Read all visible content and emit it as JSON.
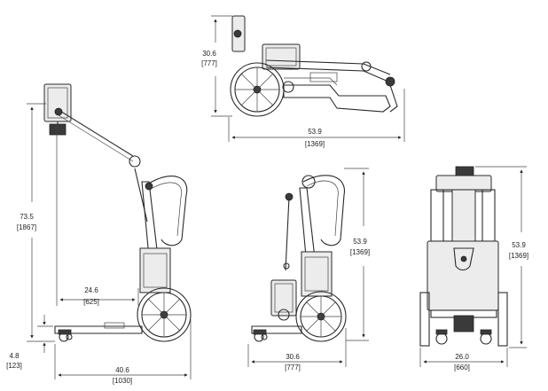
{
  "dimensions": {
    "top_view": {
      "height_in": "30.6",
      "height_mm": "[777]",
      "length_in": "53.9",
      "length_mm": "[1369]"
    },
    "side_extended": {
      "height_in": "73.5",
      "height_mm": "[1867]",
      "reach_in": "24.6",
      "reach_mm": "[625]",
      "base_height_in": "4.8",
      "base_height_mm": "[123]",
      "length_in": "40.6",
      "length_mm": "[1030]"
    },
    "side_folded": {
      "height_in": "53.9",
      "height_mm": "[1369]",
      "length_in": "30.6",
      "length_mm": "[777]"
    },
    "front": {
      "height_in": "53.9",
      "height_mm": "[1369]",
      "width_in": "26.0",
      "width_mm": "[660]"
    }
  }
}
